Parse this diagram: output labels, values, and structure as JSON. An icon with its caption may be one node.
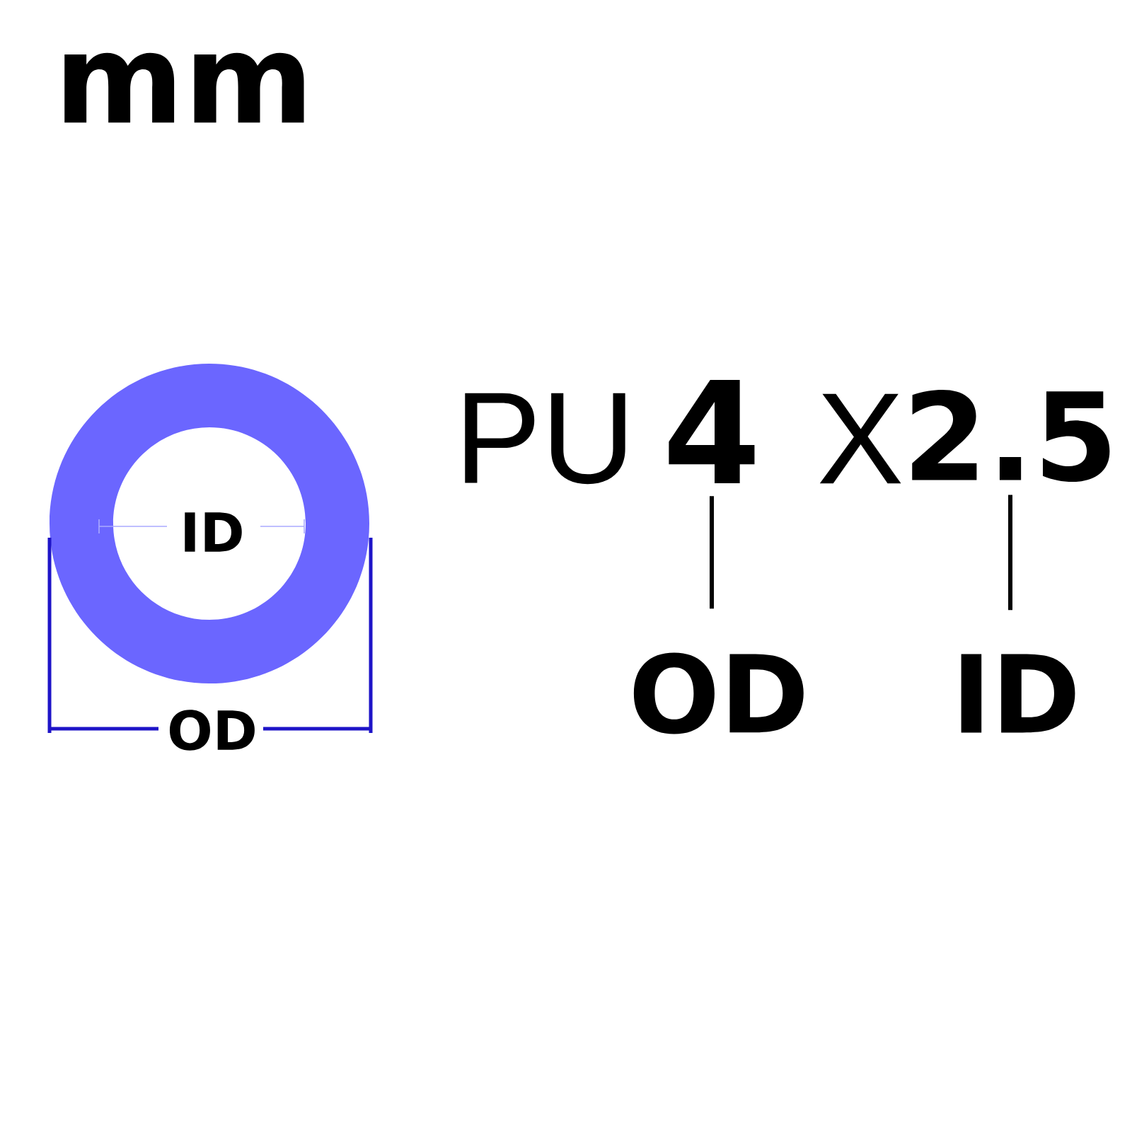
{
  "diagram": {
    "nodes": [
      {
        "text": [
          "4"
        ]
      },
      {
        "text": [
          "2.5"
        ]
      },
      {
        "text": [
          "OD"
        ]
      },
      {
        "text": [
          "ID"
        ]
      }
    ],
    "edges": [
      {
        "from": 0,
        "to": 2,
        "arrow": "none"
      },
      {
        "from": 1,
        "to": 3,
        "arrow": "none"
      }
    ],
    "labels": [
      "mm",
      "PU",
      "X",
      "ID",
      "OD"
    ]
  }
}
